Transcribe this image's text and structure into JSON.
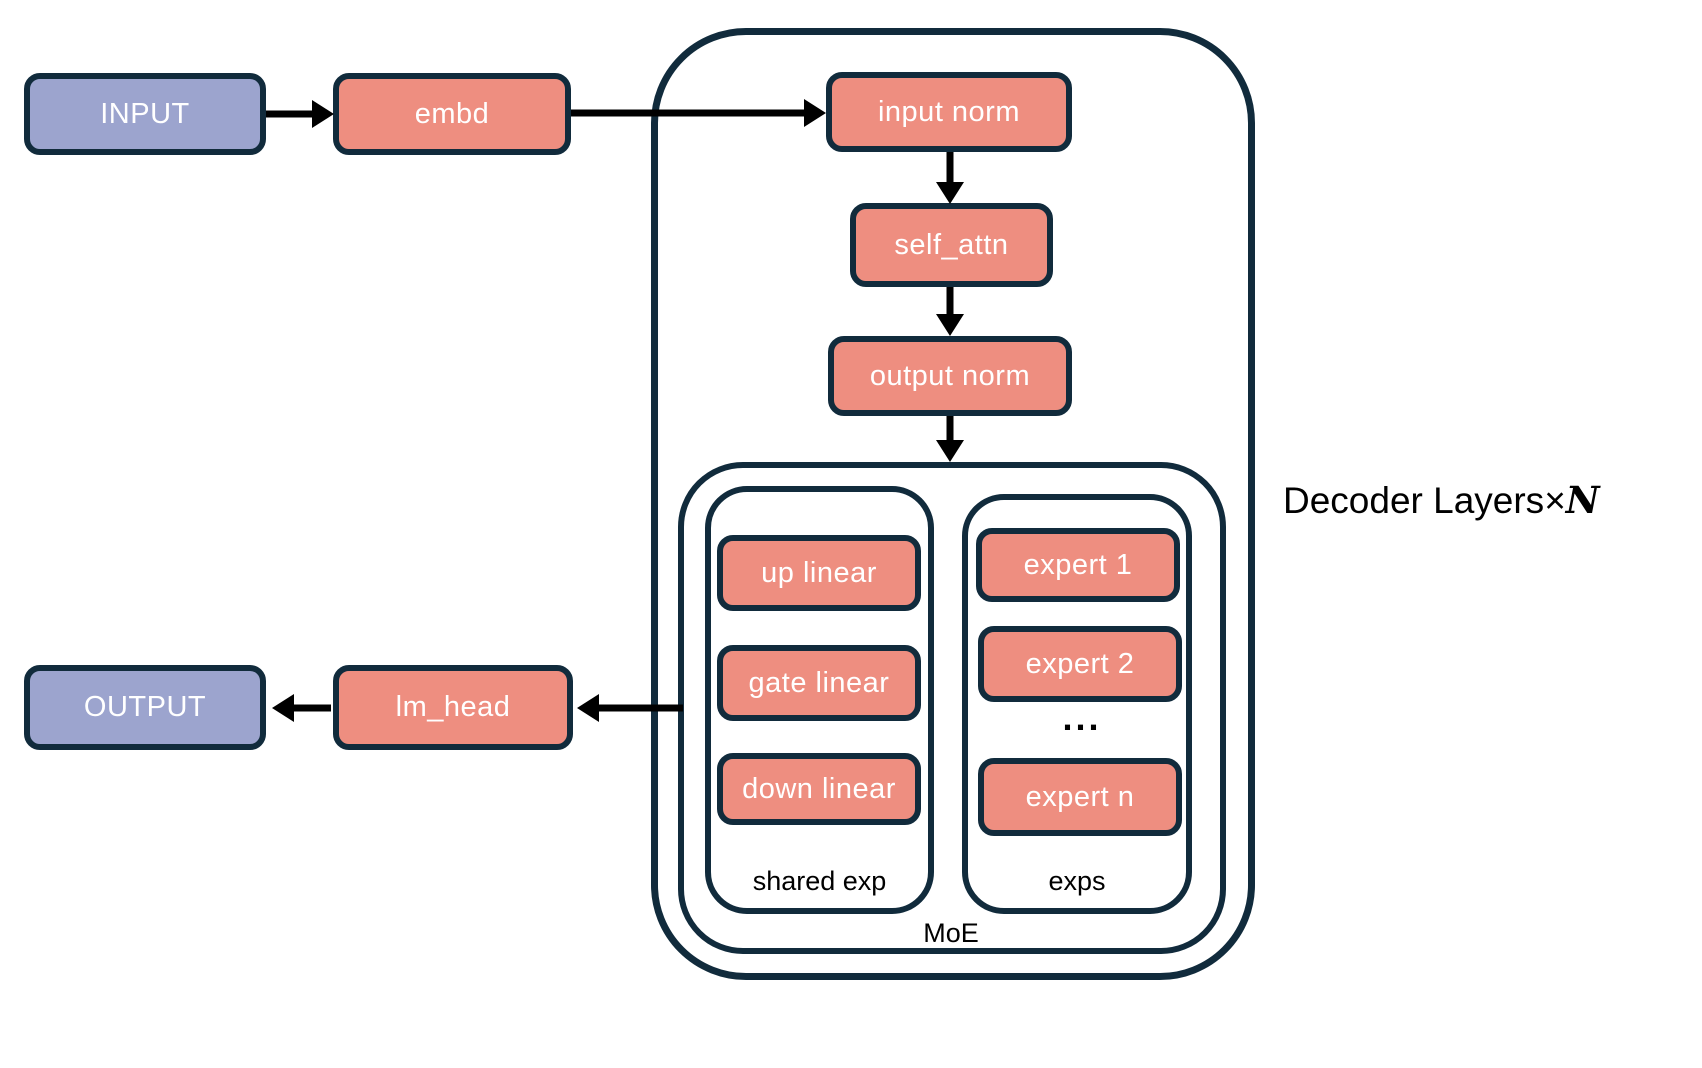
{
  "colors": {
    "node_fill_salmon": "#EE8E80",
    "node_fill_purple": "#9CA4CE",
    "border_navy": "#112B3C",
    "arrow_black": "#000000",
    "canvas_background": "#FFFFFF",
    "node_text": "#FFFFFF",
    "label_text": "#000000"
  },
  "nodes": {
    "input": "INPUT",
    "embd": "embd",
    "input_norm": "input norm",
    "self_attn": "self_attn",
    "output_norm": "output norm",
    "up_linear": "up linear",
    "gate_linear": "gate linear",
    "down_linear": "down linear",
    "expert_1": "expert 1",
    "expert_2": "expert 2",
    "expert_ellipsis": "...",
    "expert_n": "expert n",
    "lm_head": "lm_head",
    "output": "OUTPUT"
  },
  "groups": {
    "shared_exp_label": "shared exp",
    "exps_label": "exps",
    "moe_label": "MoE"
  },
  "annotation": {
    "decoder_layers_prefix": "Decoder Layers",
    "multiply_sign": "×",
    "layer_count_symbol": "N"
  }
}
